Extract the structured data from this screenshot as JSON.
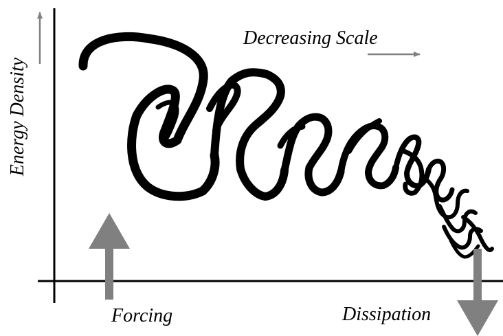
{
  "labels": {
    "y_axis": "Energy Density",
    "scale_direction": "Decreasing Scale",
    "forcing": "Forcing",
    "dissipation": "Dissipation"
  },
  "colors": {
    "axis": "#000000",
    "arrow": "#808080",
    "ribbon": "#000000",
    "text": "#000000",
    "background": "#ffffff"
  }
}
